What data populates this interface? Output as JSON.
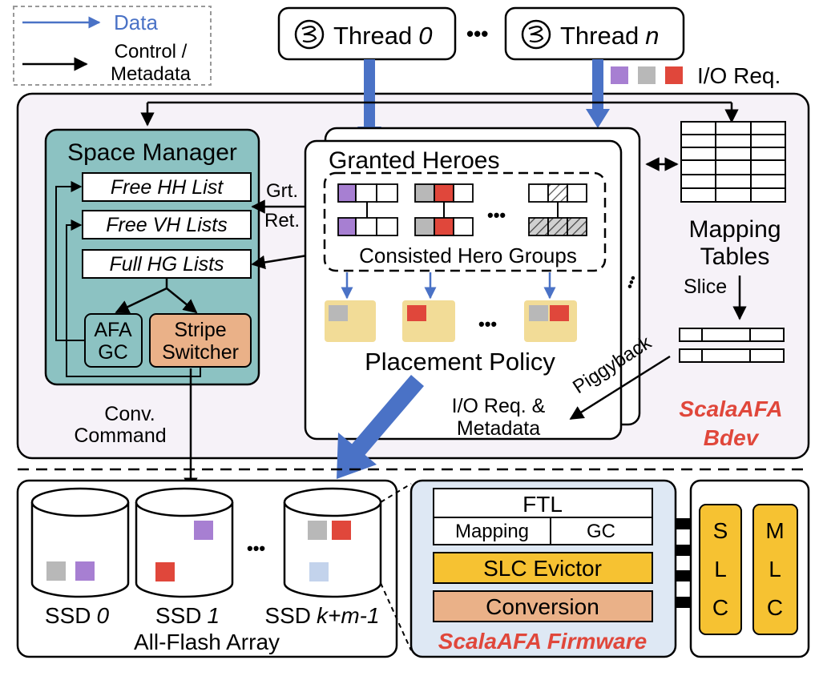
{
  "legend": {
    "data": "Data",
    "control_line1": "Control /",
    "control_line2": "Metadata",
    "io_req": "I/O Req."
  },
  "threads": {
    "thread0_word": "Thread",
    "thread0_index": "0",
    "ellipsis": "•••",
    "threadn_word": "Thread",
    "threadn_index": "n"
  },
  "bdev": {
    "name_line1": "ScalaAFA",
    "name_line2": "Bdev"
  },
  "space_manager": {
    "title": "Space Manager",
    "free_hh": "Free HH List",
    "free_vh": "Free VH Lists",
    "full_hg": "Full HG Lists",
    "afa_gc_line1": "AFA",
    "afa_gc_line2": "GC",
    "stripe_line1": "Stripe",
    "stripe_line2": "Switcher"
  },
  "labels": {
    "grt": "Grt.",
    "ret": "Ret.",
    "conv_line1": "Conv.",
    "conv_line2": "Command"
  },
  "granted_heroes": {
    "title": "Granted Heroes",
    "dots": "•••",
    "groups_label": "Consisted Hero Groups",
    "placement_dots": "•••",
    "placement_label": "Placement Policy",
    "side_dots": "•••",
    "io_req_line1": "I/O Req. &",
    "io_req_line2": "Metadata",
    "piggyback": "Piggyback"
  },
  "mapping": {
    "title_line1": "Mapping",
    "title_line2": "Tables",
    "slice": "Slice"
  },
  "afa": {
    "ssd0_word": "SSD",
    "ssd0_index": "0",
    "ssd1_word": "SSD",
    "ssd1_index": "1",
    "ssdk_word": "SSD",
    "ssdk_index": "k+m-1",
    "dots": "•••",
    "title": "All-Flash Array"
  },
  "firmware": {
    "ftl": "FTL",
    "mapping": "Mapping",
    "gc": "GC",
    "slc_evictor": "SLC Evictor",
    "conversion": "Conversion",
    "name": "ScalaAFA Firmware"
  },
  "flash": {
    "slc": [
      "S",
      "L",
      "C"
    ],
    "mlc": [
      "M",
      "L",
      "C"
    ]
  },
  "colors": {
    "purple": "#a77fd2",
    "gray": "#b8b8b8",
    "red": "#e0473b",
    "light_blue": "#c3d3ec",
    "teal": "#8cc2c2",
    "orange": "#eab188",
    "yellow": "#f6c232",
    "sand": "#f2dc97",
    "blue_arrow": "#4a72c6",
    "bdev_bg": "#f6f2f8",
    "firmware_bg": "#dee8f4",
    "brand_red": "#e0473b"
  }
}
